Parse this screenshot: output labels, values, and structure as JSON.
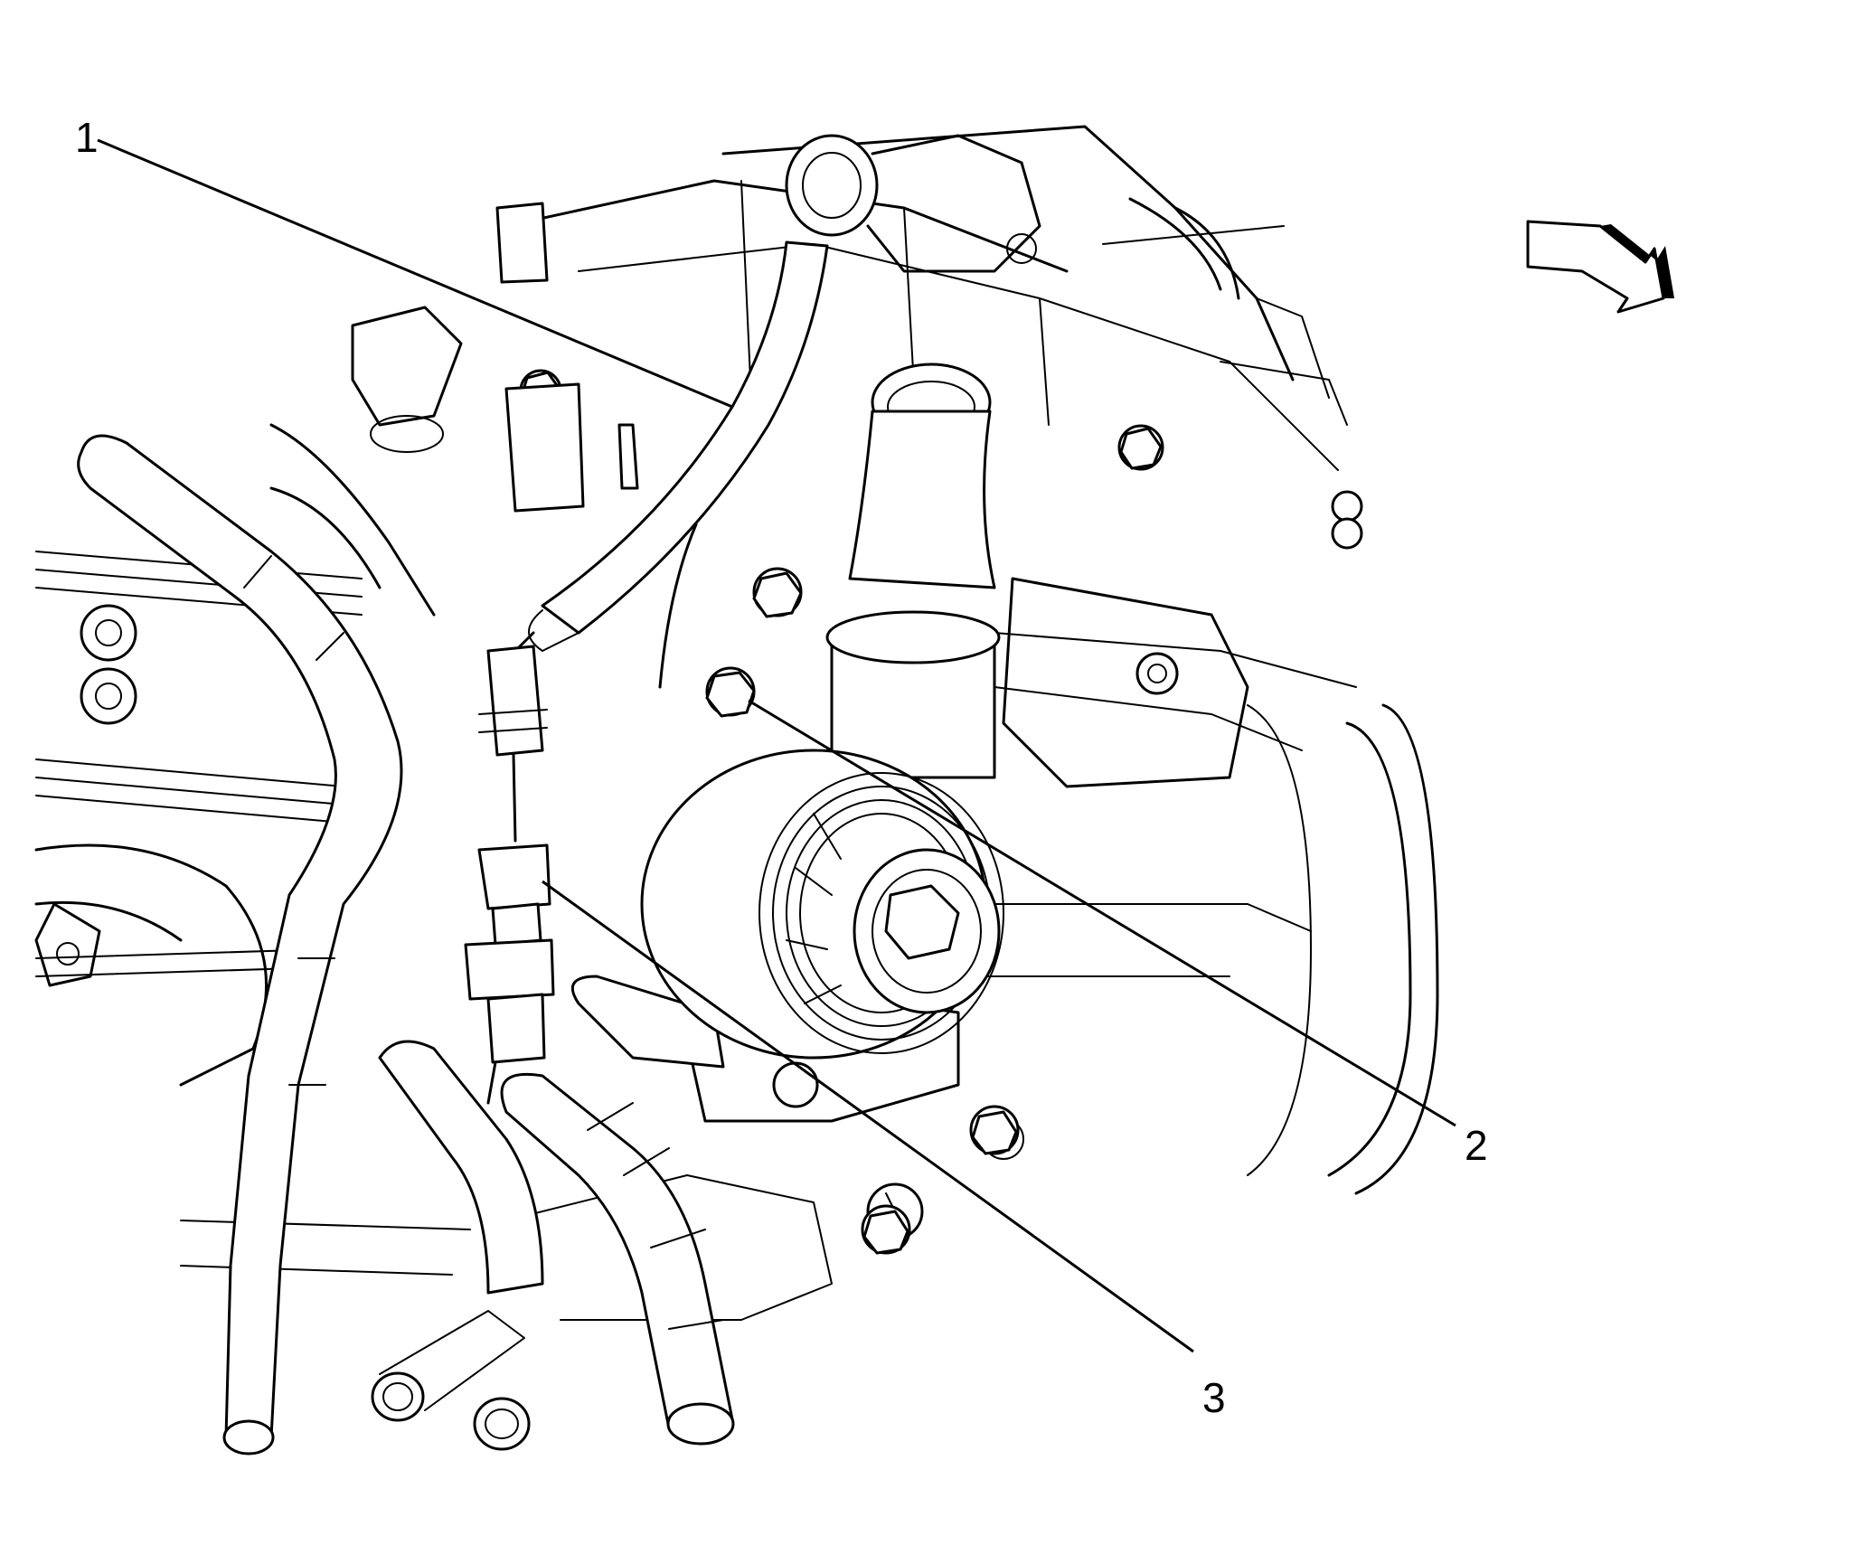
{
  "callouts": [
    {
      "id": "callout-1",
      "label": "1"
    },
    {
      "id": "callout-2",
      "label": "2"
    },
    {
      "id": "callout-3",
      "label": "3"
    }
  ],
  "icons": [
    "vehicle-front-arrow-icon",
    "bolt-icon",
    "pressure-sensor-icon",
    "pulley-icon"
  ],
  "colors": {
    "ink": "#000000",
    "paper": "#ffffff"
  }
}
